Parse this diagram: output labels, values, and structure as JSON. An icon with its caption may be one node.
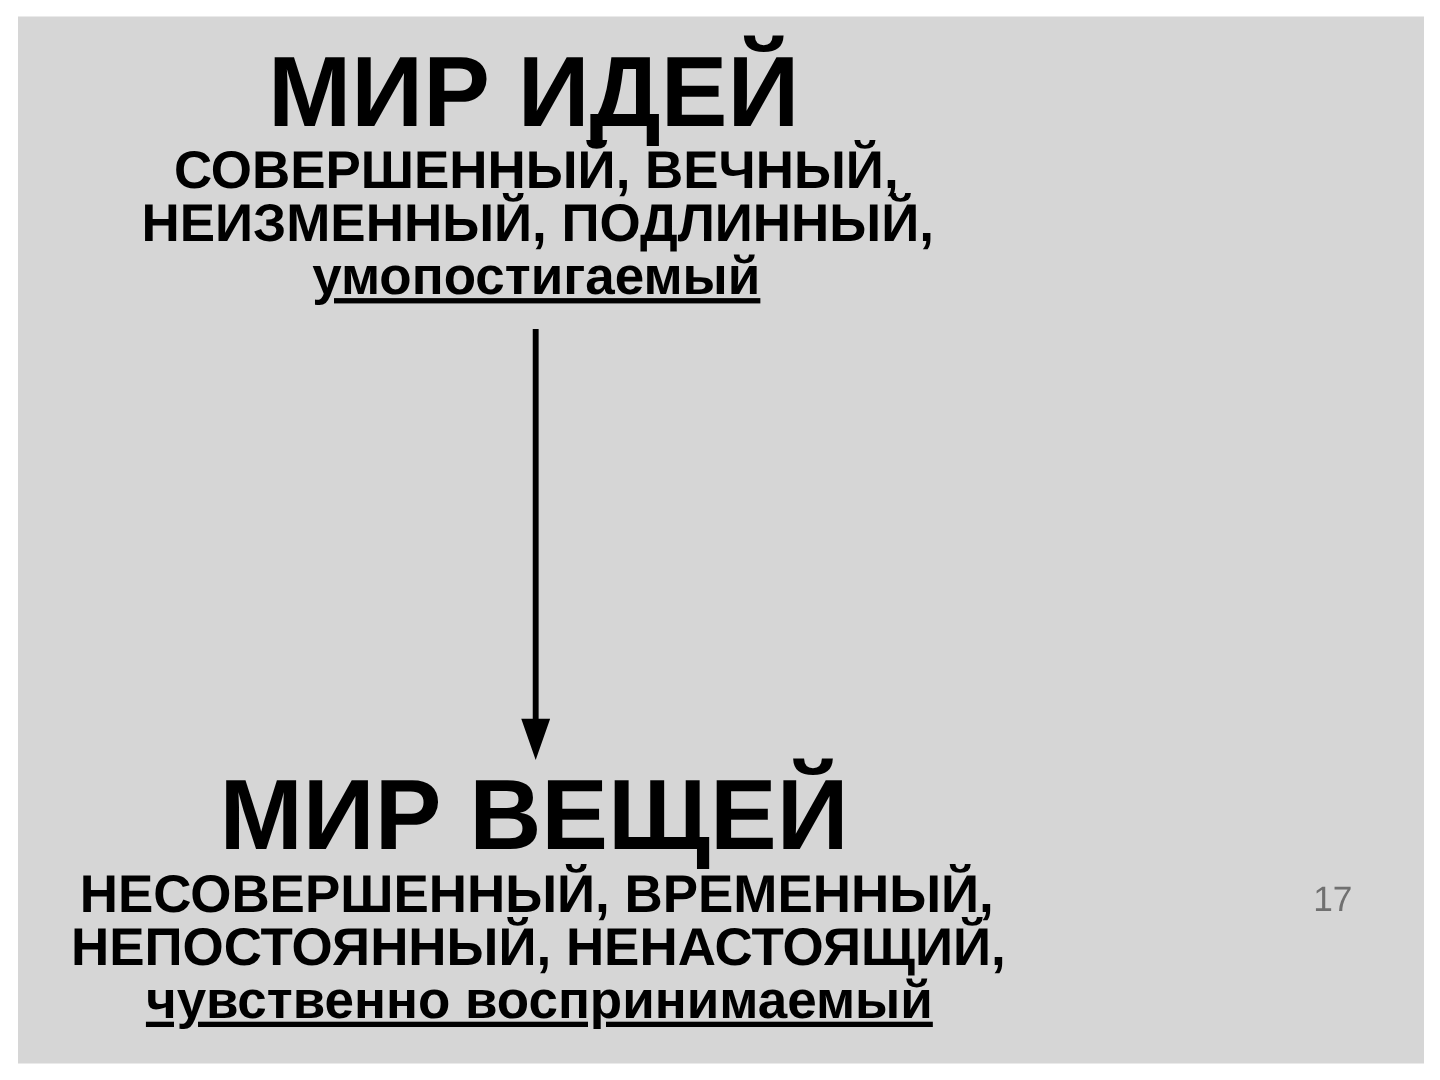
{
  "diagram": {
    "nodes": [
      {
        "text": [
          "МИР ИДЕЙ",
          "СОВЕРШЕННЫЙ, ВЕЧНЫЙ, НЕИЗМЕННЫЙ, ПОДЛИННЫЙ,",
          "умопостигаемый"
        ]
      },
      {
        "text": [
          "МИР ВЕЩЕЙ",
          "НЕСОВЕРШЕННЫЙ, ВРЕМЕННЫЙ, НЕПОСТОЯННЫЙ, НЕНАСТОЯЩИЙ,",
          "чувственно воспринимаемый"
        ]
      }
    ],
    "edges": [
      {
        "from": 0,
        "to": 1,
        "arrow": "to"
      }
    ],
    "labels": [
      "17"
    ]
  }
}
